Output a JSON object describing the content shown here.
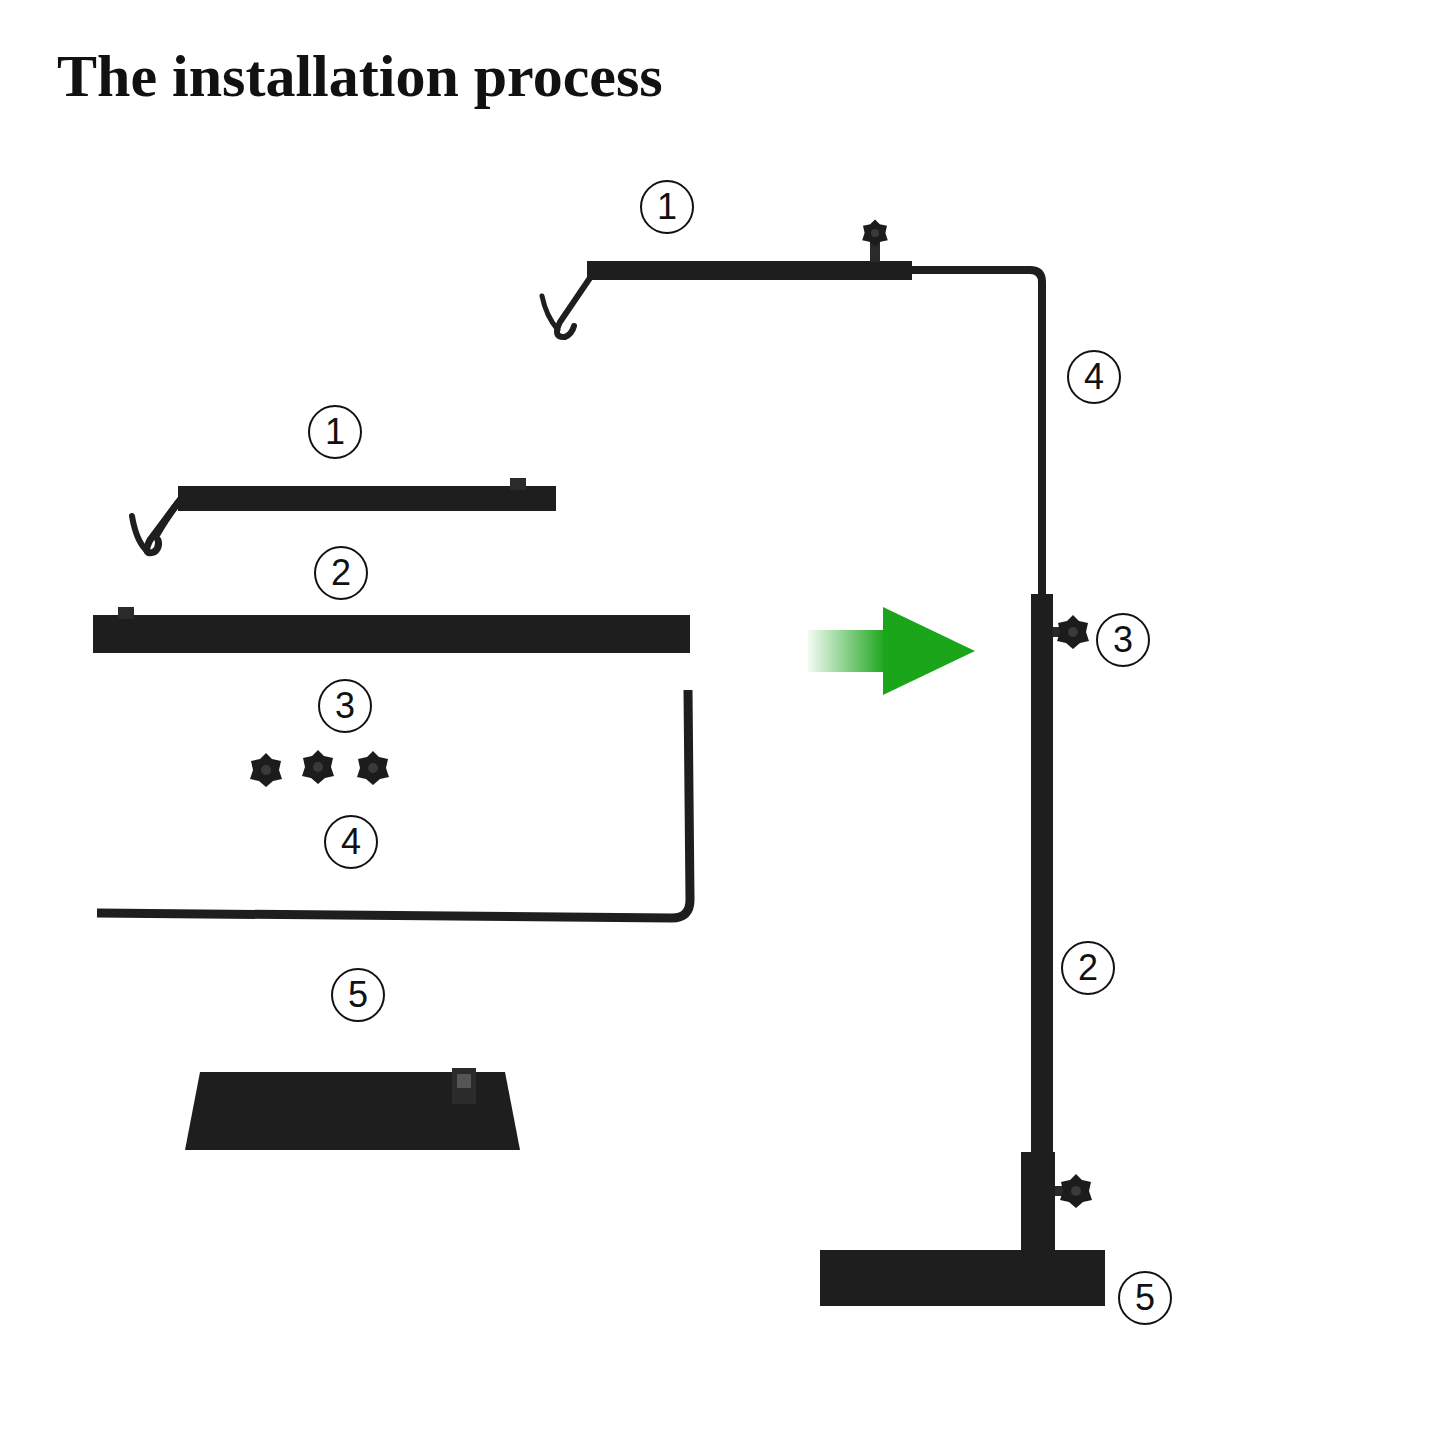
{
  "diagram": {
    "title": "The installation process",
    "labels": [
      "1",
      "1",
      "2",
      "3",
      "4",
      "5",
      "4",
      "3",
      "2",
      "5"
    ]
  }
}
